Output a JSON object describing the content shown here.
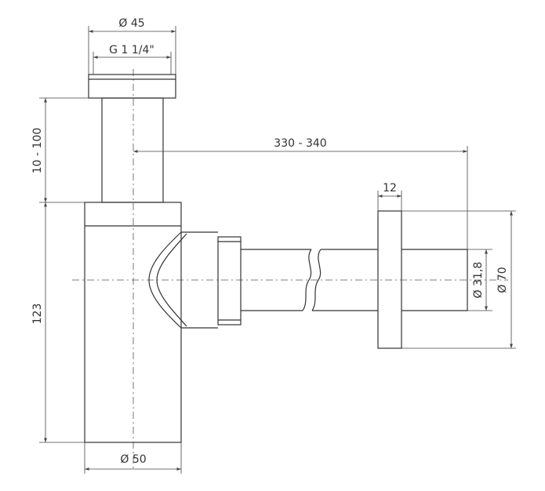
{
  "dimensions": {
    "top_outer_diameter": "Ø 45",
    "thread": "G 1 1/4\"",
    "height_adjust": "10 - 100",
    "body_height": "123",
    "body_diameter": "Ø 50",
    "horizontal_length": "330 - 340",
    "flange_thickness": "12",
    "pipe_diameter": "Ø 31,8",
    "flange_diameter": "Ø 70"
  },
  "colors": {
    "line": "#333333",
    "background": "#ffffff"
  }
}
